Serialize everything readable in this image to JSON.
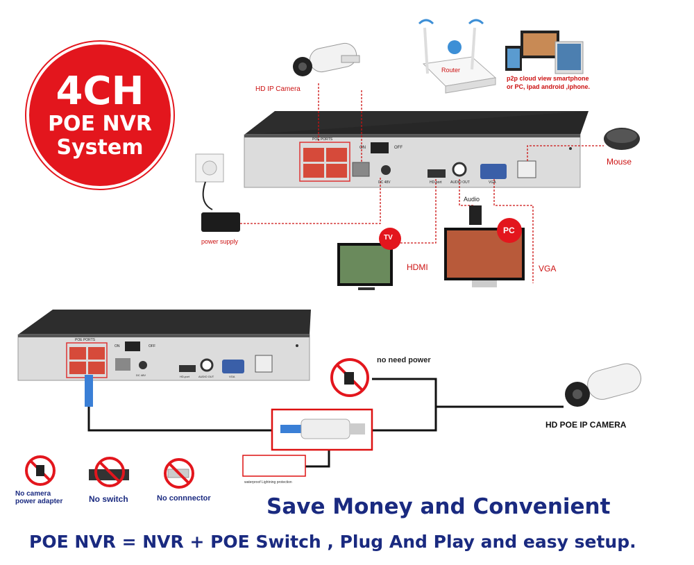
{
  "badge": {
    "line1": "4CH",
    "line2": "POE NVR",
    "line3": "System"
  },
  "top_diagram": {
    "camera_label": "HD IP Camera",
    "router_label": "Router",
    "cloud_label_1": "p2p cloud  view smartphone",
    "cloud_label_2": "or PC, ipad android ,iphone.",
    "mouse_label": "Mouse",
    "power_label": "power supply",
    "tv_badge": "TV",
    "pc_badge": "PC",
    "audio_label": "Audio",
    "hdmi_label": "HDMI",
    "vga_label": "VGA",
    "panel": {
      "poe_ports": "POE PORTS",
      "on": "ON",
      "off": "OFF",
      "dc": "DC 48V",
      "hd_port": "HD-port",
      "audio_out": "AUDIO OUT",
      "vga": "VGA"
    }
  },
  "bottom_diagram": {
    "no_power_label": "no need power",
    "camera_label": "HD POE IP CAMERA",
    "protection_label": "waterproof Lightning protection",
    "panel": {
      "poe_ports": "POE PORTS",
      "on": "ON",
      "off": "OFF",
      "dc": "DC 48V",
      "hd_port": "HD-port",
      "audio_out": "AUDIO OUT",
      "vga": "VGA"
    }
  },
  "features": [
    {
      "label_1": "No camera",
      "label_2": "power adapter"
    },
    {
      "label_1": "No switch",
      "label_2": ""
    },
    {
      "label_1": "No connnector",
      "label_2": ""
    }
  ],
  "headline": "Save Money and Convenient",
  "tagline": "POE NVR = NVR + POE Switch , Plug And Play and easy setup.",
  "colors": {
    "badge_red": "#e3161d",
    "headline_blue": "#1a2a80",
    "wire_red": "#cc1111"
  }
}
